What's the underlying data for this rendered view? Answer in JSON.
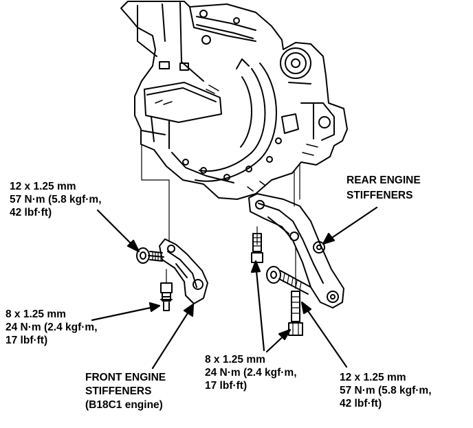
{
  "callouts": {
    "front_upper_bolt": {
      "lines": [
        "12 x 1.25 mm",
        "57 N·m (5.8 kgf·m,",
        "42 lbf·ft)"
      ]
    },
    "front_lower_bolt": {
      "lines": [
        "8 x 1.25 mm",
        "24 N·m (2.4 kgf·m,",
        "17 lbf·ft)"
      ]
    },
    "front_stiffeners": {
      "lines": [
        "FRONT ENGINE",
        "STIFFENERS",
        "(B18C1 engine)"
      ]
    },
    "rear_stiffeners": {
      "lines": [
        "REAR ENGINE",
        "STIFFENERS"
      ]
    },
    "rear_lower_bolt": {
      "lines": [
        "8 x 1.25 mm",
        "24 N·m (2.4 kgf·m,",
        "17 lbf·ft)"
      ]
    },
    "rear_upper_bolt": {
      "lines": [
        "12 x 1.25 mm",
        "57 N·m (5.8 kgf·m,",
        "42 lbf·ft)"
      ]
    }
  }
}
